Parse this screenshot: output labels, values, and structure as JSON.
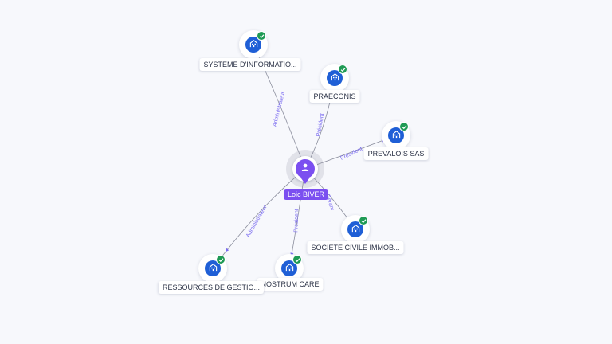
{
  "center": {
    "name": "Loic BIVER",
    "icon": "person-icon",
    "color": "#7b4ff0"
  },
  "companies": [
    {
      "id": "systeme",
      "name": "SYSTEME D'INFORMATIO...",
      "icon": "building-icon",
      "verified": true
    },
    {
      "id": "praeconis",
      "name": "PRAECONIS",
      "icon": "building-icon",
      "verified": true
    },
    {
      "id": "prevalois",
      "name": "PREVALOIS SAS",
      "icon": "building-icon",
      "verified": true
    },
    {
      "id": "sci",
      "name": "SOCIÉTÉ CIVILE IMMOB...",
      "icon": "building-icon",
      "verified": true
    },
    {
      "id": "nostrum",
      "name": "NOSTRUM CARE",
      "icon": "building-icon",
      "verified": true
    },
    {
      "id": "ressources",
      "name": "RESSOURCES DE GESTIO...",
      "icon": "building-icon",
      "verified": true
    }
  ],
  "relations": [
    {
      "to": "systeme",
      "label": "Administrateur"
    },
    {
      "to": "praeconis",
      "label": "Président"
    },
    {
      "to": "prevalois",
      "label": "Président"
    },
    {
      "to": "sci",
      "label": "Gérant"
    },
    {
      "to": "nostrum",
      "label": "Président"
    },
    {
      "to": "ressources",
      "label": "Administrateur"
    }
  ],
  "colors": {
    "company": "#1f5fd6",
    "verified": "#1f9a55",
    "edge_label": "#7b6cf0"
  }
}
